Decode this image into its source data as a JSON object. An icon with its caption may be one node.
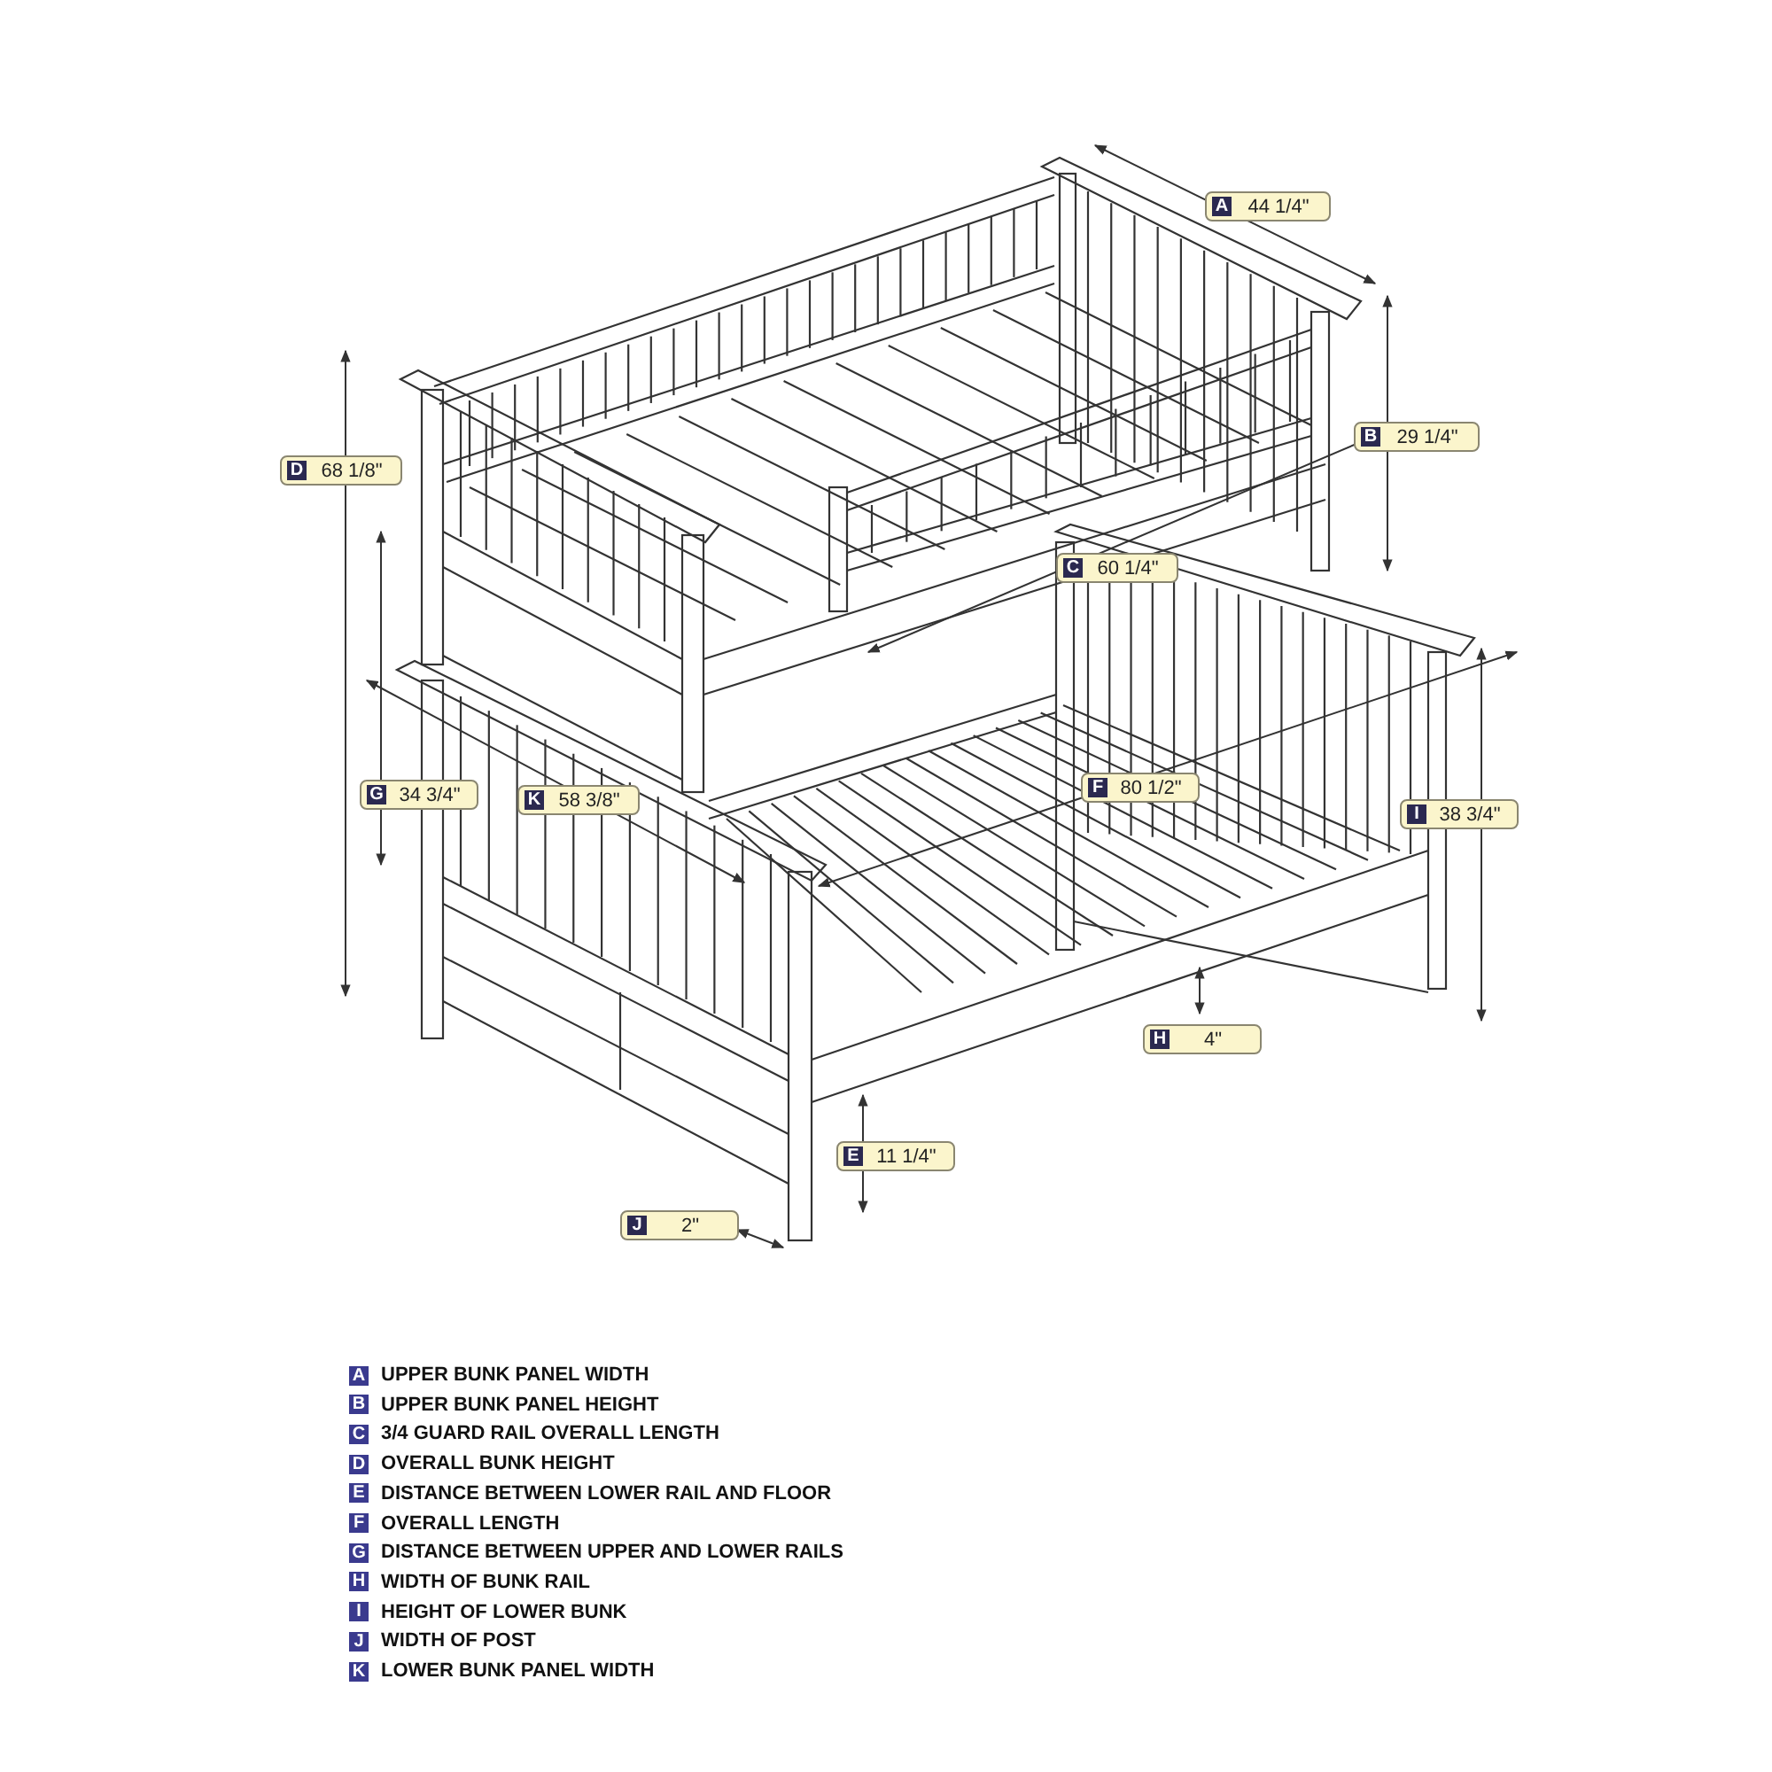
{
  "diagram": {
    "labels": [
      "A",
      "44 1/4\"",
      "B",
      "29 1/4\"",
      "D",
      "68 1/8\"",
      "C",
      "60 1/4\"",
      "F",
      "80 1/2\"",
      "G",
      "34 3/4\"",
      "K",
      "58 3/8\"",
      "I",
      "38 3/4\"",
      "H",
      "4\"",
      "E",
      "11 1/4\"",
      "J",
      "2\"",
      "A",
      "UPPER BUNK PANEL WIDTH",
      "B",
      "UPPER BUNK PANEL HEIGHT",
      "C",
      "3/4 GUARD RAIL OVERALL LENGTH",
      "D",
      "OVERALL BUNK HEIGHT",
      "E",
      "DISTANCE BETWEEN LOWER RAIL AND FLOOR",
      "F",
      "OVERALL LENGTH",
      "G",
      "DISTANCE BETWEEN UPPER AND LOWER RAILS",
      "H",
      "WIDTH OF BUNK RAIL",
      "I",
      "HEIGHT OF LOWER BUNK",
      "J",
      "WIDTH OF POST",
      "K",
      "LOWER BUNK PANEL WIDTH"
    ]
  }
}
